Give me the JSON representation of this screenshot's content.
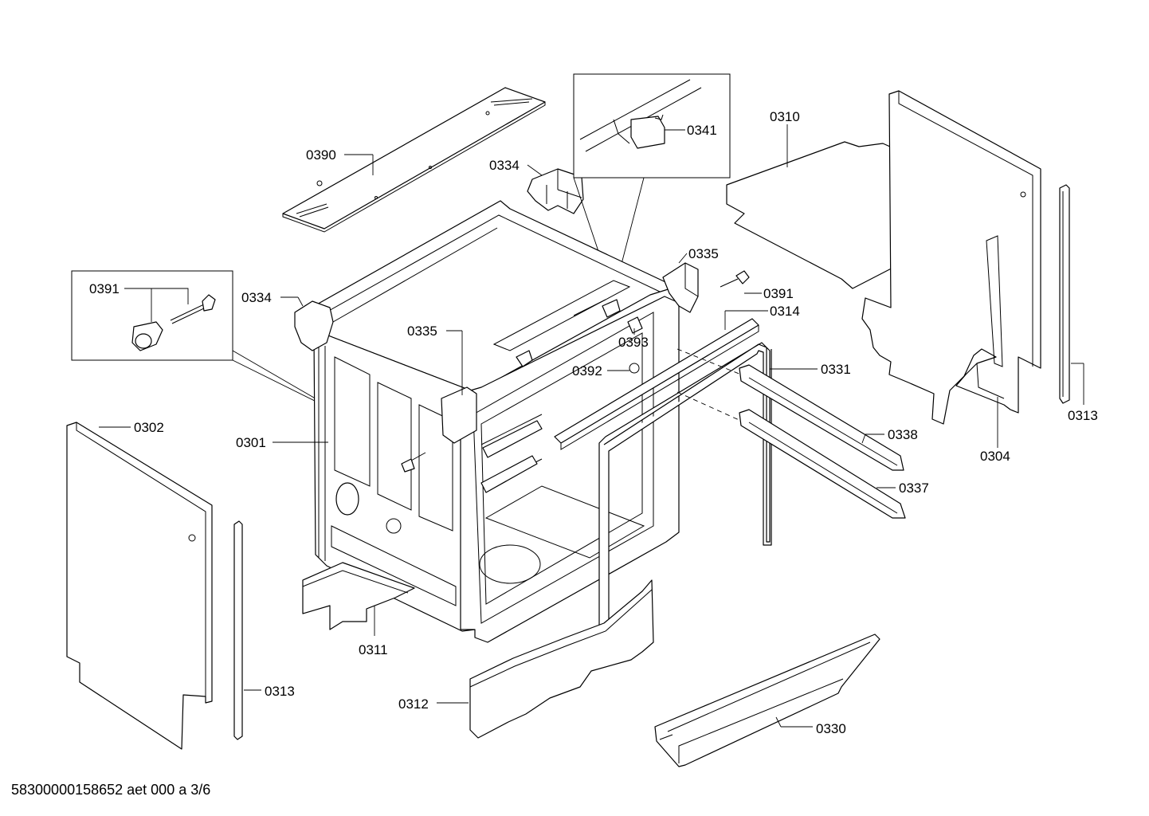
{
  "callouts": {
    "c0390": "0390",
    "c0334a": "0334",
    "c0341": "0341",
    "c0310": "0310",
    "c0391a": "0391",
    "c0334b": "0334",
    "c0335a": "0335",
    "c0335b": "0335",
    "c0391b": "0391",
    "c0314": "0314",
    "c0393": "0393",
    "c0392": "0392",
    "c0331": "0331",
    "c0313a": "0313",
    "c0304": "0304",
    "c0302": "0302",
    "c0301": "0301",
    "c0338": "0338",
    "c0337": "0337",
    "c0311": "0311",
    "c0313b": "0313",
    "c0312": "0312",
    "c0330": "0330"
  },
  "footer": {
    "drawing_id": "58300000158652 aet 000 a 3/6"
  }
}
